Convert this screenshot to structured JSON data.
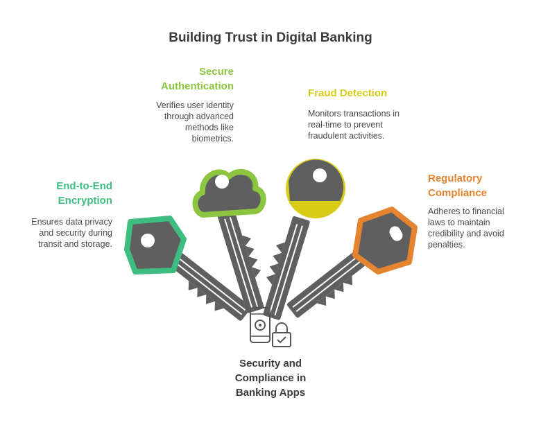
{
  "title": "Building Trust in Digital Banking",
  "colors": {
    "encryption": "#3dbd7f",
    "authentication": "#8cc63f",
    "fraud": "#d9cc17",
    "compliance": "#e5832f",
    "key_body": "#5f5f5f",
    "text": "#444444"
  },
  "items": [
    {
      "heading": "End-to-End Encryption",
      "heading_lines": [
        "End-to-End",
        "Encryption"
      ],
      "description_lines": [
        "Ensures data privacy",
        "and security during",
        "transit and storage."
      ]
    },
    {
      "heading": "Secure Authentication",
      "heading_lines": [
        "Secure",
        "Authentication"
      ],
      "description_lines": [
        "Verifies user identity",
        "through advanced",
        "methods like",
        "biometrics."
      ]
    },
    {
      "heading": "Fraud Detection",
      "heading_lines": [
        "Fraud Detection"
      ],
      "description_lines": [
        "Monitors transactions in",
        "real-time to prevent",
        "fraudulent activities."
      ]
    },
    {
      "heading": "Regulatory Compliance",
      "heading_lines": [
        "Regulatory",
        "Compliance"
      ],
      "description_lines": [
        "Adheres to financial",
        "laws to maintain",
        "credibility and avoid",
        "penalties."
      ]
    }
  ],
  "center": {
    "label_lines": [
      "Security and",
      "Compliance in",
      "Banking Apps"
    ],
    "icon": "phone-lock-icon"
  }
}
